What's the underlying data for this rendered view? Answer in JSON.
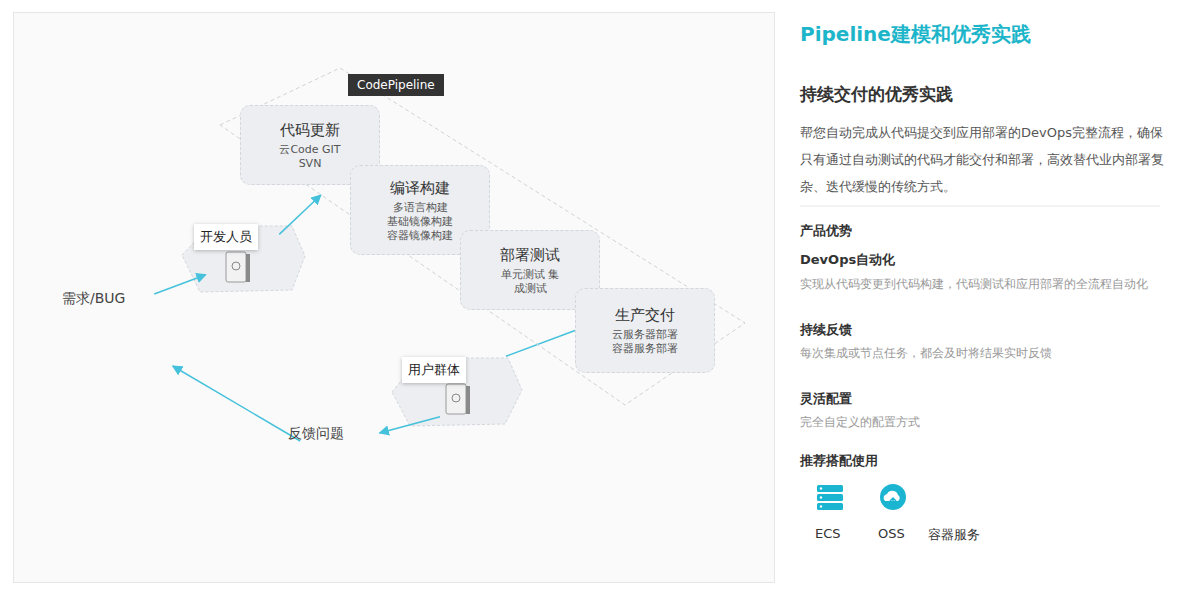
{
  "diagram": {
    "title": "Pipeline建模和优秀实践",
    "nodes": [
      {
        "text": [
          "CodePipeline"
        ]
      },
      {
        "text": [
          "代码更新",
          "云Code GIT SVN"
        ],
        "in": 0
      },
      {
        "text": [
          "编译构建",
          "多语言构建 基础镜像构建 容器镜像构建"
        ],
        "in": 0
      },
      {
        "text": [
          "部署测试",
          "单元测试 集成测试"
        ],
        "in": 0
      },
      {
        "text": [
          "生产交付",
          "云服务器部署 容器服务部署"
        ],
        "in": 0
      },
      {
        "text": [
          "开发人员"
        ]
      },
      {
        "text": [
          "需求/BUG"
        ]
      },
      {
        "text": [
          "用户群体"
        ]
      },
      {
        "text": [
          "反馈问题"
        ]
      }
    ],
    "edges": [
      {
        "from": 6,
        "to": 5,
        "arrow": "to"
      },
      {
        "from": 5,
        "to": 0,
        "arrow": "to"
      },
      {
        "from": 4,
        "to": 7,
        "arrow": "none"
      },
      {
        "from": 7,
        "to": 8,
        "arrow": "to"
      },
      {
        "from": 8,
        "to": 6,
        "arrow": "to"
      }
    ],
    "labels": [
      "持续交付的优秀实践",
      "帮您自动完成从代码提交到应用部署的DevOps完整流程，确保只有通过自动测试的代码才能交付和部署，高效替代业内部署复杂、迭代缓慢的传统方式。",
      "产品优势",
      "DevOps自动化",
      "实现从代码变更到代码构建，代码测试和应用部署的全流程自动化",
      "持续反馈",
      "每次集成或节点任务，都会及时将结果实时反馈",
      "灵活配置",
      "完全自定义的配置方式",
      "推荐搭配使用",
      "ECS",
      "OSS",
      "容器服务"
    ]
  }
}
